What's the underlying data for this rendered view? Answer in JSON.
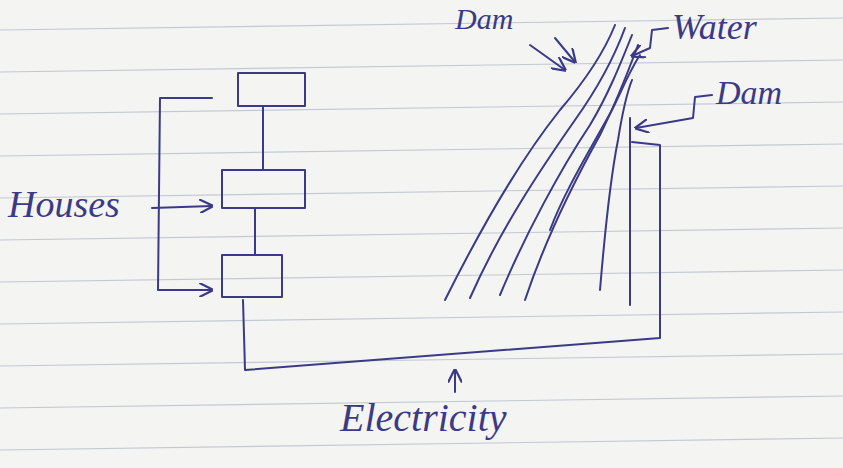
{
  "diagram": {
    "labels": [
      "Dam",
      "Water",
      "Dam",
      "Houses",
      "Electricity"
    ]
  }
}
